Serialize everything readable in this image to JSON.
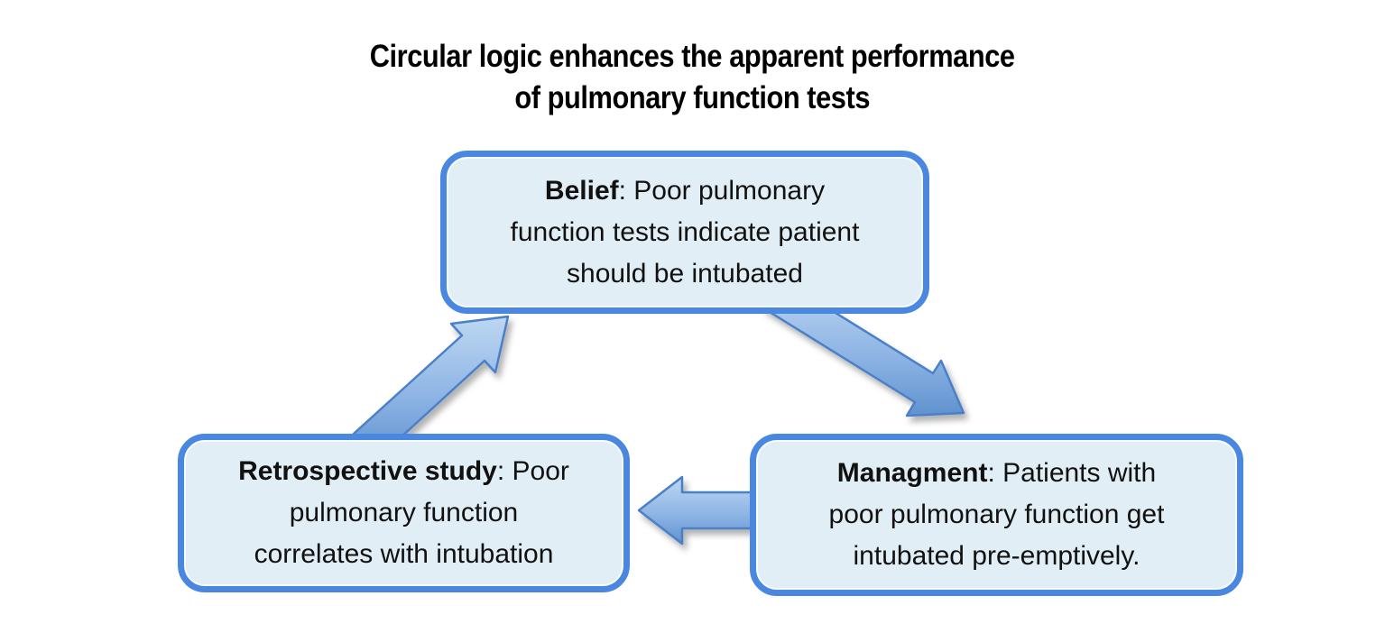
{
  "title": {
    "line1": "Circular logic enhances the apparent performance",
    "line2": "of pulmonary function tests"
  },
  "boxes": {
    "belief": {
      "label": "Belief",
      "line1_rest": ": Poor pulmonary",
      "line2": "function tests indicate patient",
      "line3": "should be intubated"
    },
    "management": {
      "label": "Managment",
      "line1_rest": ": Patients with",
      "line2": "poor pulmonary function get",
      "line3": "intubated pre-emptively."
    },
    "retrospective": {
      "label": "Retrospective study",
      "line1_rest": ": Poor",
      "line2": "pulmonary function",
      "line3": "correlates with intubation"
    }
  },
  "arrows": [
    {
      "name": "arrow-belief-to-management",
      "from": "belief",
      "to": "management",
      "direction": "down-right"
    },
    {
      "name": "arrow-management-to-retrospective",
      "from": "management",
      "to": "retrospective",
      "direction": "left"
    },
    {
      "name": "arrow-retrospective-to-belief",
      "from": "retrospective",
      "to": "belief",
      "direction": "up-right"
    }
  ],
  "colors": {
    "page_bg": "#ffffff",
    "title_text": "#000000",
    "body_text": "#111111",
    "box_fill": "#e1eef6",
    "box_border": "#4a87e0",
    "arrow_light": "#bdd7f1",
    "arrow_mid": "#8fb5e5",
    "arrow_dark": "#5f92cf",
    "arrow_outline": "#4a80c8"
  }
}
